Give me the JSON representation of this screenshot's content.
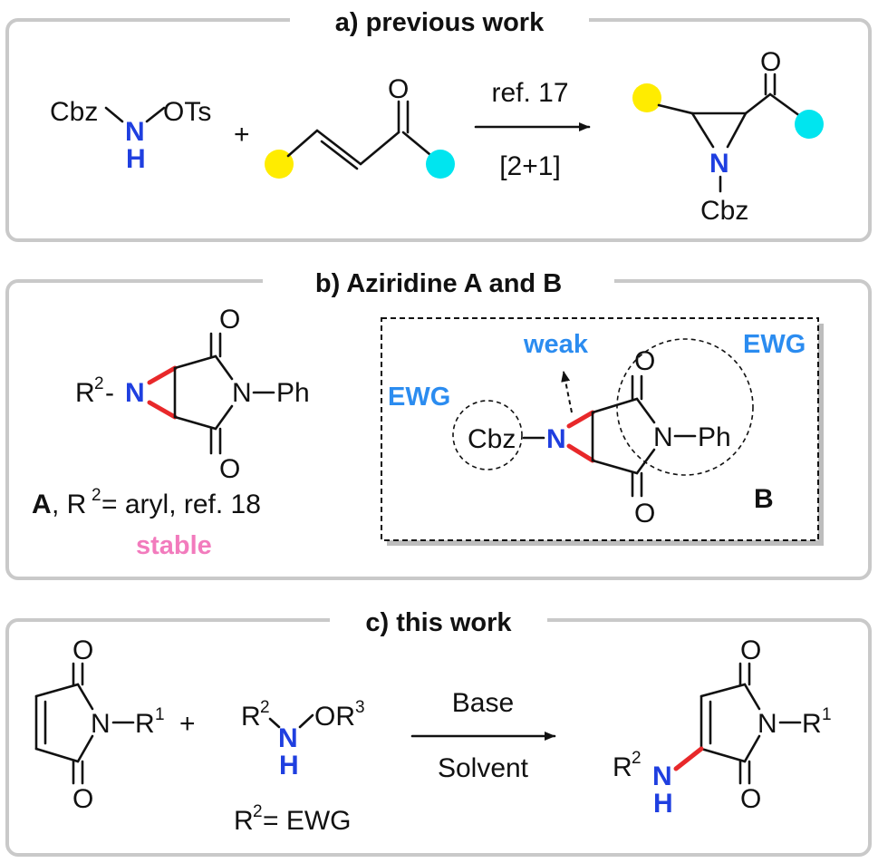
{
  "colors": {
    "panel_border": "#c9c9c9",
    "nitrogen_blue": "#1f3fe0",
    "ewg_blue": "#2b8cf0",
    "bond_red": "#e8282a",
    "stable_pink": "#f27bbd",
    "yellow_group": "#ffec00",
    "cyan_group": "#00e5ef"
  },
  "panel_a": {
    "title": "a) previous work",
    "reagent": {
      "left": "Cbz",
      "right": "OTs",
      "n": "N",
      "h": "H"
    },
    "plus": "+",
    "ketone_o": "O",
    "arrow_top": "ref. 17",
    "arrow_bottom": "[2+1]",
    "product": {
      "o": "O",
      "n": "N",
      "cbz": "Cbz"
    }
  },
  "panel_b": {
    "title": "b) Aziridine A and B",
    "left": {
      "r2": "R",
      "r2_sup": "2",
      "dash": "-",
      "n": "N",
      "o_top": "O",
      "o_bottom": "O",
      "imide_n": "N",
      "ph": "Ph",
      "caption_bold": "A",
      "caption_rest": ", R",
      "caption_sup": "2",
      "caption_tail": " = aryl, ref. 18",
      "stable": "stable"
    },
    "right": {
      "ewg_left": "EWG",
      "ewg_right": "EWG",
      "weak": "weak",
      "cbz": "Cbz",
      "n": "N",
      "o_top": "O",
      "o_bottom": "O",
      "imide_n": "N",
      "ph": "Ph",
      "label": "B"
    }
  },
  "panel_c": {
    "title": "c) this work",
    "maleimide": {
      "o_top": "O",
      "o_bottom": "O",
      "n": "N",
      "r1": "R",
      "r1_sup": "1"
    },
    "plus": "+",
    "reagent": {
      "r2": "R",
      "r2_sup": "2",
      "n": "N",
      "h": "H",
      "or3": "OR",
      "r3_sup": "3"
    },
    "condition": "R",
    "condition_sup": "2",
    "condition_tail": " = EWG",
    "arrow_top": "Base",
    "arrow_bottom": "Solvent",
    "product": {
      "o_top": "O",
      "o_bottom": "O",
      "n": "N",
      "r1": "R",
      "r1_sup": "1",
      "r2": "R",
      "r2_sup": "2",
      "nh_n": "N",
      "nh_h": "H"
    }
  }
}
